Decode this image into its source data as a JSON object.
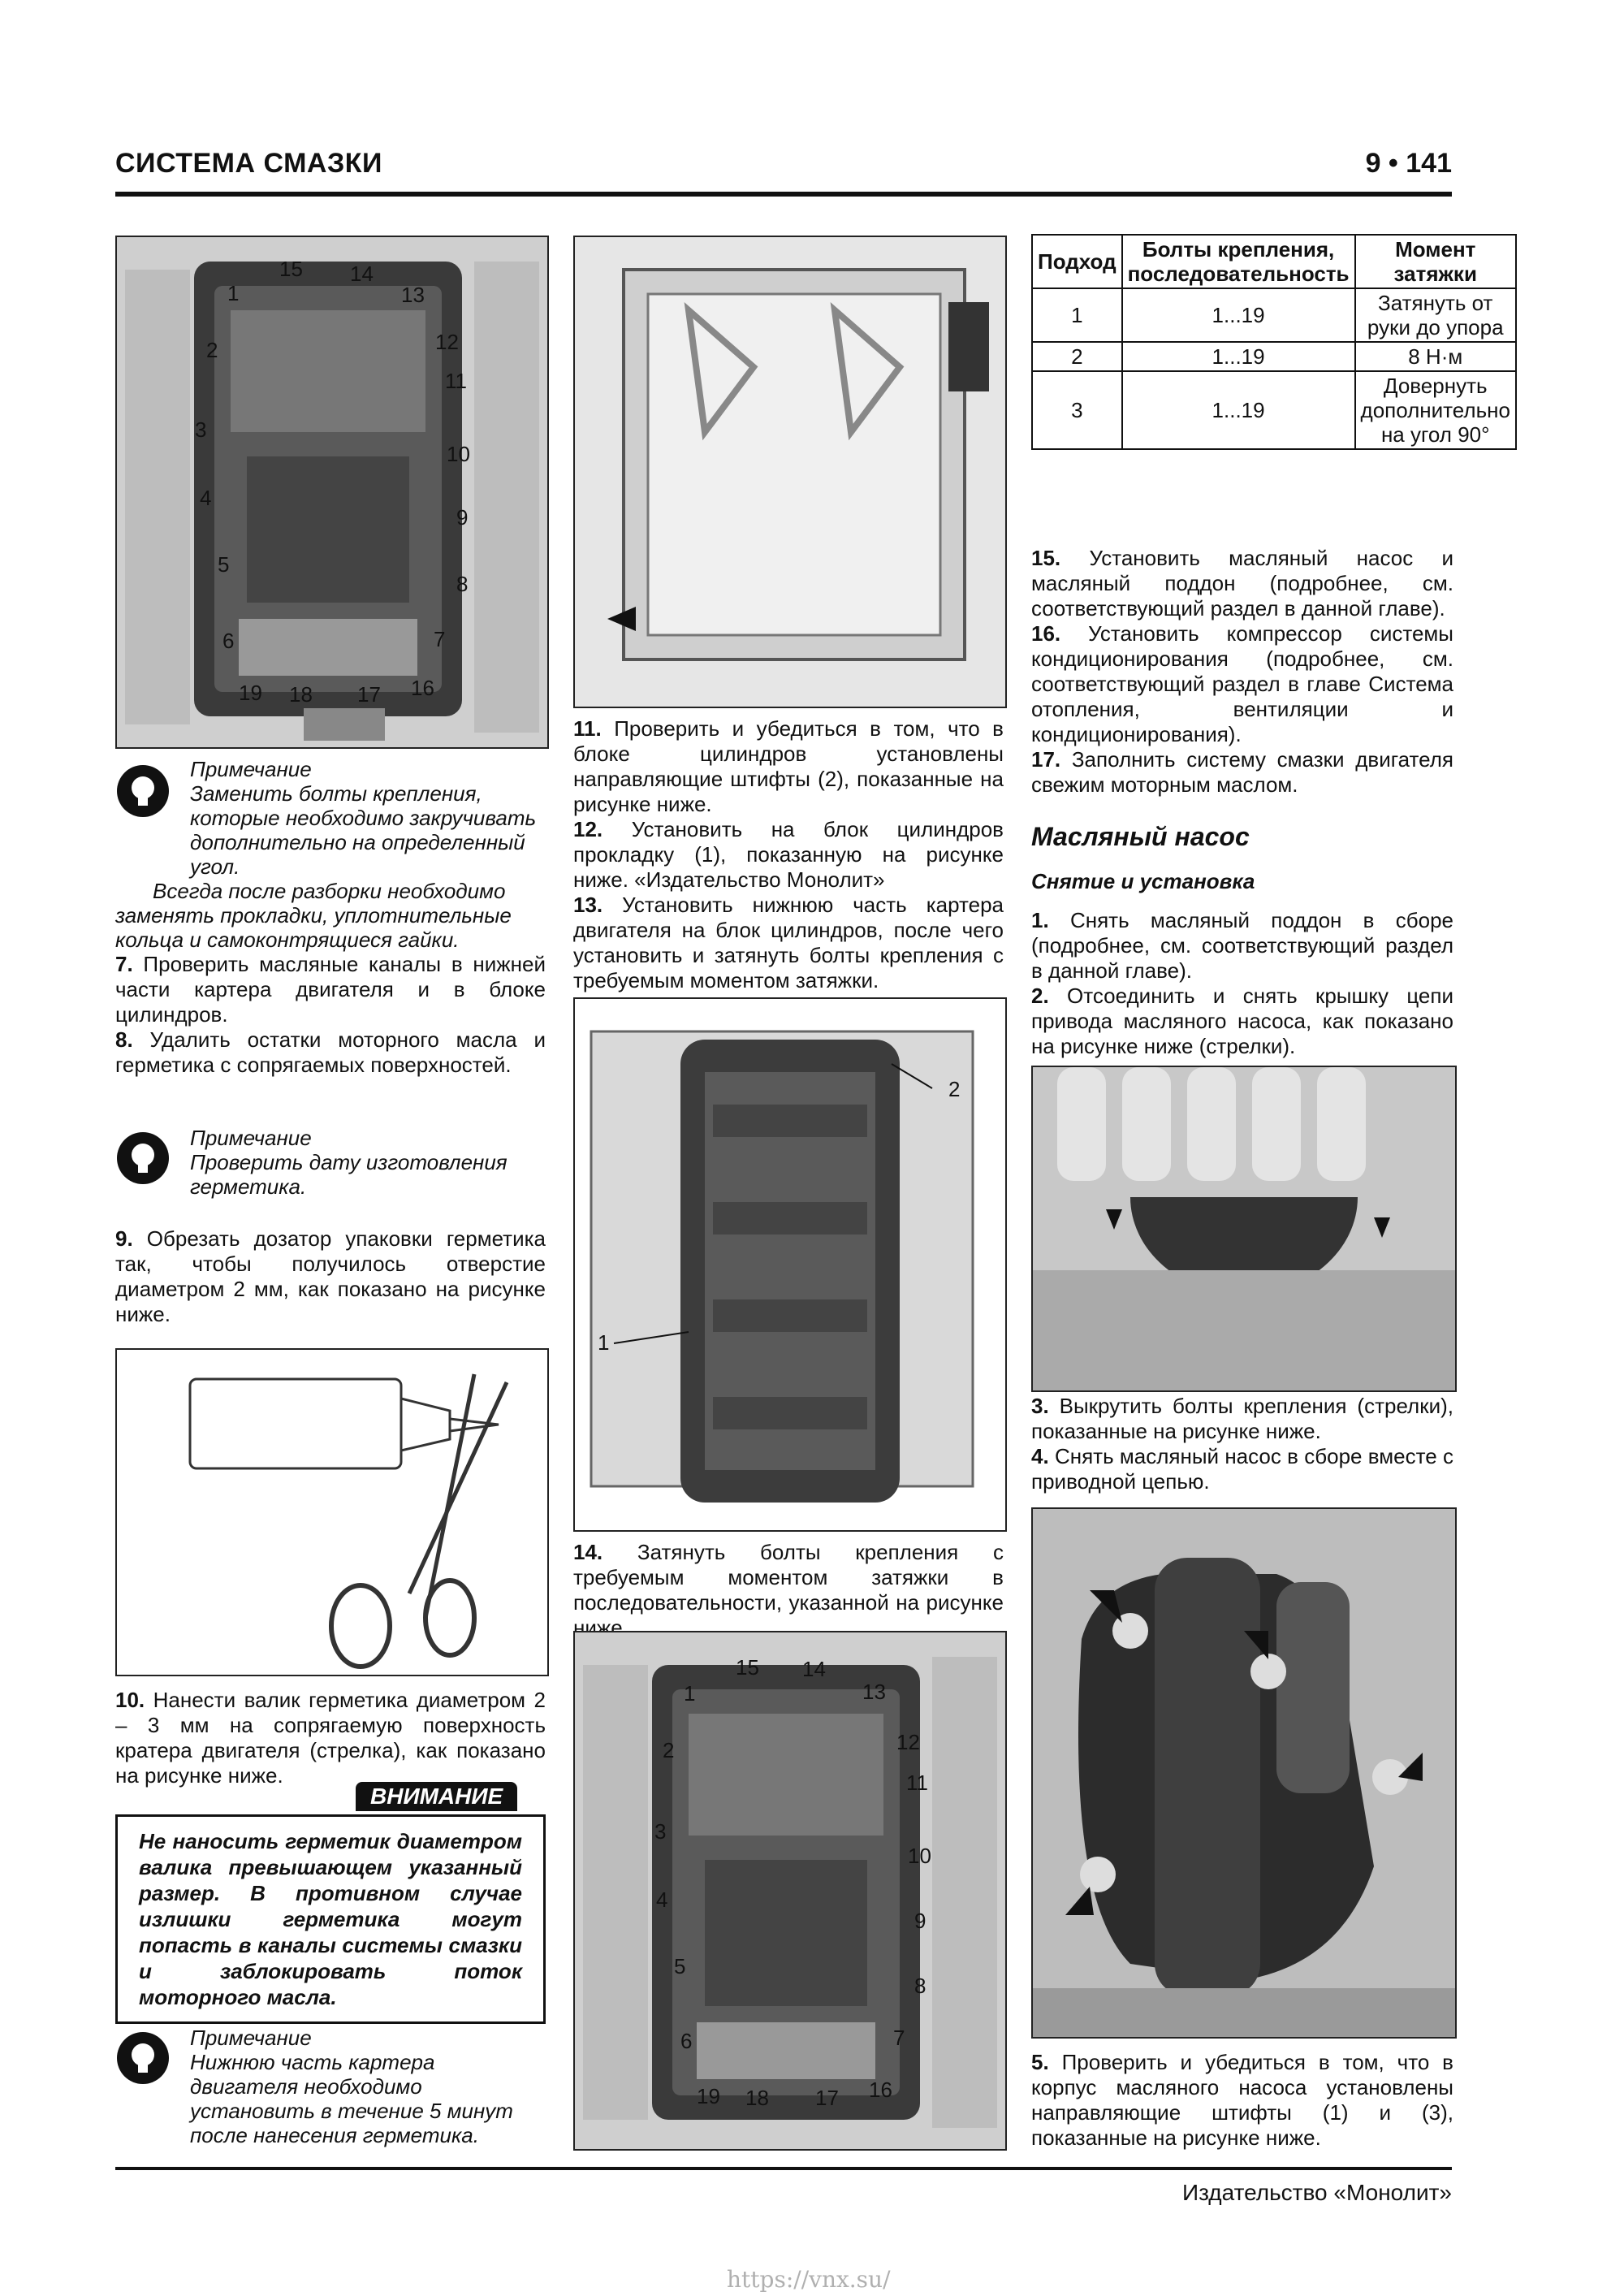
{
  "header": {
    "title": "СИСТЕМА СМАЗКИ",
    "page": "9 • 141"
  },
  "col1": {
    "fig1_callouts": [
      "15",
      "14",
      "1",
      "13",
      "2",
      "12",
      "11",
      "3",
      "10",
      "4",
      "9",
      "5",
      "8",
      "6",
      "7",
      "19",
      "18",
      "17",
      "16"
    ],
    "note1": {
      "title": "Примечание",
      "body": "Заменить болты крепления, которые необходимо закручивать дополнительно на определенный угол.",
      "extra": "Всегда после разборки необходимо заменять прокладки, уплотнительные кольца и самоконтрящиеся гайки."
    },
    "step7": {
      "num": "7.",
      "text": " Проверить масляные каналы в нижней части картера двигателя и в блоке цилиндров."
    },
    "step8": {
      "num": "8.",
      "text": " Удалить остатки моторного масла и герметика с сопрягаемых поверхностей."
    },
    "note2": {
      "title": "Примечание",
      "body": "Проверить дату изготовления герметика."
    },
    "step9": {
      "num": "9.",
      "text": " Обрезать дозатор упаковки герметика так, чтобы получилось отверстие диаметром 2 мм, как показано на рисунке ниже."
    },
    "step10": {
      "num": "10.",
      "text": " Нанести валик герметика диаметром 2 – 3 мм на сопрягаемую поверхность кратера двигателя (стрелка), как показано на рисунке ниже."
    },
    "warning": {
      "head": "ВНИМАНИЕ",
      "text": "Не наносить герметик диаметром валика превышающем указанный размер. В противном случае излишки герметика могут попасть в каналы системы смазки и заблокировать поток моторного масла."
    },
    "note3": {
      "title": "Примечание",
      "body": "Нижнюю часть картера двигателя необходимо установить в течение 5 минут после нанесения герметика."
    }
  },
  "col2": {
    "step11": {
      "num": "11.",
      "text": " Проверить и убедиться в том, что в блоке цилиндров установлены направляющие штифты (2), показанные на рисунке ниже."
    },
    "step12": {
      "num": "12.",
      "text": " Установить на блок цилиндров прокладку (1), показанную на рисунке ниже. «Издательство Монолит»"
    },
    "step13": {
      "num": "13.",
      "text": " Установить нижнюю часть картера двигателя на блок цилиндров, после чего установить и затянуть болты крепления с требуемым моментом затяжки."
    },
    "fig3_callouts": [
      "2",
      "1"
    ],
    "step14": {
      "num": "14.",
      "text": " Затянуть болты крепления с требуемым моментом затяжки в последовательности, указанной на рисунке ниже."
    }
  },
  "col3": {
    "table": {
      "headers": [
        "Подход",
        "Болты крепления, последовательность",
        "Момент затяжки"
      ],
      "rows": [
        [
          "1",
          "1...19",
          "Затянуть от руки до упора"
        ],
        [
          "2",
          "1...19",
          "8 Н·м"
        ],
        [
          "3",
          "1...19",
          "Довернуть дополнительно на угол 90°"
        ]
      ]
    },
    "step15": {
      "num": "15.",
      "text": " Установить масляный насос и масляный поддон (подробнее, см. соответствующий раздел в данной главе)."
    },
    "step16": {
      "num": "16.",
      "text": " Установить компрессор системы кондиционирования (подробнее, см. соответствующий раздел в главе Система отопления, вентиляции и кондиционирования)."
    },
    "step17": {
      "num": "17.",
      "text": " Заполнить систему смазки двигателя свежим моторным маслом."
    },
    "section_title": "Масляный насос",
    "sub_title": "Снятие и установка",
    "s1": {
      "num": "1.",
      "text": " Снять масляный поддон в сборе (подробнее, см. соответствующий раздел в данной главе)."
    },
    "s2": {
      "num": "2.",
      "text": " Отсоединить и снять крышку цепи привода масляного насоса, как показано на рисунке ниже (стрелки)."
    },
    "s3": {
      "num": "3.",
      "text": " Выкрутить болты крепления (стрелки), показанные на рисунке ниже."
    },
    "s4": {
      "num": "4.",
      "text": " Снять масляный насос в сборе вместе с приводной цепью."
    },
    "s5": {
      "num": "5.",
      "text": " Проверить и убедиться в том, что в корпус масляного насоса установлены направляющие штифты (1) и (3), показанные на рисунке ниже."
    }
  },
  "footer": {
    "publisher": "Издательство «Монолит»",
    "watermark": "https://vnx.su/"
  }
}
